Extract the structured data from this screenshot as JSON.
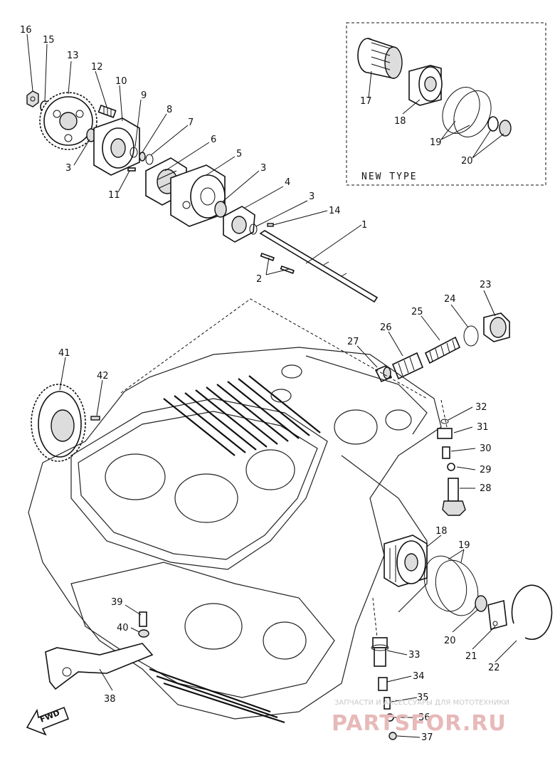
{
  "diagram": {
    "inset_title": "NEW TYPE",
    "fwd_label": "FWD",
    "labels": {
      "l16": "16",
      "l15": "15",
      "l13": "13",
      "l12": "12",
      "l10": "10",
      "l9": "9",
      "l8": "8",
      "l7": "7",
      "l6": "6",
      "l5": "5",
      "l3a": "3",
      "l3b": "3",
      "l3c": "3",
      "l4": "4",
      "l14": "14",
      "l1": "1",
      "l2": "2",
      "l11": "11",
      "l17": "17",
      "l18a": "18",
      "l19a": "19",
      "l20a": "20",
      "l23": "23",
      "l24": "24",
      "l25": "25",
      "l26": "26",
      "l27": "27",
      "l41": "41",
      "l42": "42",
      "l32": "32",
      "l31": "31",
      "l30": "30",
      "l29": "29",
      "l28": "28",
      "l18b": "18",
      "l19b": "19",
      "l20b": "20",
      "l21": "21",
      "l22": "22",
      "l39": "39",
      "l40": "40",
      "l38": "38",
      "l33": "33",
      "l34": "34",
      "l35": "35",
      "l36": "36",
      "l37": "37"
    }
  },
  "watermark": {
    "line1": "ЗАПЧАСТИ И АКСЕССУАРЫ ДЛЯ МОТОТЕХНИКИ",
    "line2": "PARTSFOR.RU"
  }
}
